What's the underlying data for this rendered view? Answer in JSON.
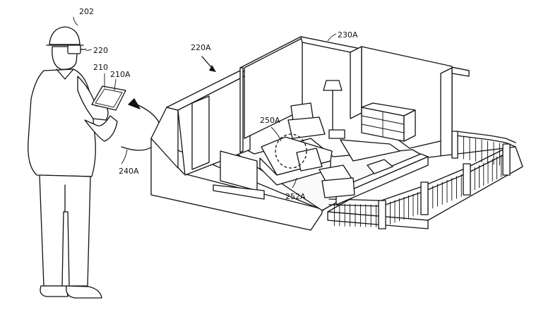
{
  "labels": {
    "user": "202",
    "headset": "220",
    "device": "210",
    "device_screen": "210A",
    "room": "220A",
    "wall": "230A",
    "region": "250A",
    "object": "252A",
    "gesture": "240A"
  }
}
